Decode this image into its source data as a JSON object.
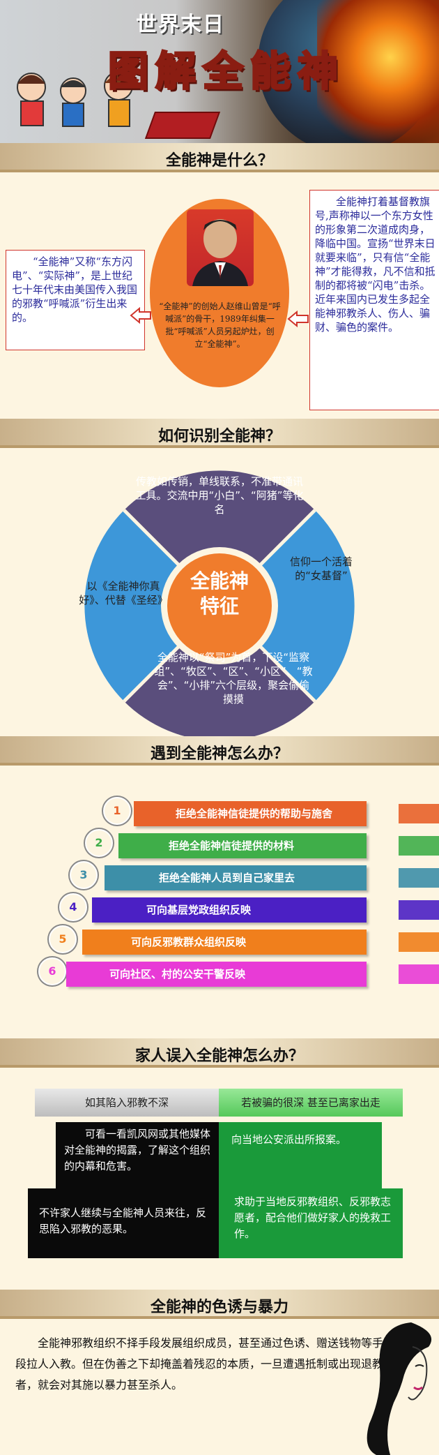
{
  "banner": {
    "subtitle": "世界末日",
    "title": "图解全能神"
  },
  "section1": {
    "header": "全能神是什么？",
    "left_text": "“全能神”又称“东方闪电”、“实际神”，是上世纪七十年代末由美国传入我国的邪教“呼喊派”衍生出来的。",
    "center_text": "“全能神”的创始人赵维山曾是“呼喊派”的骨干，1989年纠集一批“呼喊派”人员另起炉灶，创立“全能神”。",
    "right_text": "全能神打着基督教旗号,声称神以一个东方女性的形象第二次道成肉身，降临中国。宣扬“世界末日就要来临”，只有信“全能神”才能得救，凡不信和抵制的都将被“闪电”击杀。近年来国内已发生多起全能神邪教杀人、伤人、骗财、骗色的案件。"
  },
  "section2": {
    "header": "如何识别全能神？",
    "center_label_1": "全能神",
    "center_label_2": "特征",
    "top": "传教如传销，单线联系，不准带通讯工具。交流中用“小白”、“阿猪”等化名",
    "right": "信仰一个活着的“女基督”",
    "bottom": "全能神以“祭司”为首，下设“监察组”、“牧区”、“区”、“小区”、“教会”、“小排”六个层级，聚会偷偷摸摸",
    "left": "以《全能神你真好》、代替《圣经》",
    "colors": {
      "purple": "#5a4e7c",
      "blue": "#3d97d9",
      "orange": "#f07c2c"
    }
  },
  "section3": {
    "header": "遇到全能神怎么办？",
    "steps": [
      {
        "num": "1",
        "label": "拒绝全能神信徒提供的帮助与施舍",
        "color": "#e8622a"
      },
      {
        "num": "2",
        "label": "拒绝全能神信徒提供的材料",
        "color": "#3fae49"
      },
      {
        "num": "3",
        "label": "拒绝全能神人员到自己家里去",
        "color": "#3d8fa8"
      },
      {
        "num": "4",
        "label": "可向基层党政组织反映",
        "color": "#4b20c4"
      },
      {
        "num": "5",
        "label": "可向反邪教群众组织反映",
        "color": "#f07f1c"
      },
      {
        "num": "6",
        "label": "可向社区、村的公安干警反映",
        "color": "#e83bd6"
      }
    ]
  },
  "section4": {
    "header": "家人误入全能神怎么办？",
    "left_head": "如其陷入邪教不深",
    "right_head": "若被骗的很深  甚至已离家出走",
    "left_1": "可看一看凯风网或其他媒体对全能神的揭露，了解这个组织的内幕和危害。",
    "right_1": "向当地公安派出所报案。",
    "left_2": "不许家人继续与全能神人员来往，反思陷入邪教的恶果。",
    "right_2": "求助于当地反邪教组织、反邪教志愿者，配合他们做好家人的挽救工作。"
  },
  "section5": {
    "header": "全能神的色诱与暴力",
    "body": "全能神邪教组织不择手段发展组织成员，甚至通过色诱、赠送钱物等手段拉人入教。但在伪善之下却掩盖着残忍的本质，一旦遭遇抵制或出现退教者，就会对其施以暴力甚至杀人。"
  }
}
